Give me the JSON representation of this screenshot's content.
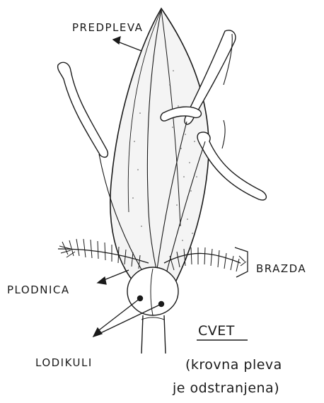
{
  "labels": {
    "predpleva": "PREDPLEVA",
    "brazda": "BRAZDA",
    "plodnica": "PLODNICA",
    "lodikuli": "LODIKULI"
  },
  "caption": {
    "title": "CVET",
    "line1": "(krovna pleva",
    "line2": "je odstranjena)"
  }
}
